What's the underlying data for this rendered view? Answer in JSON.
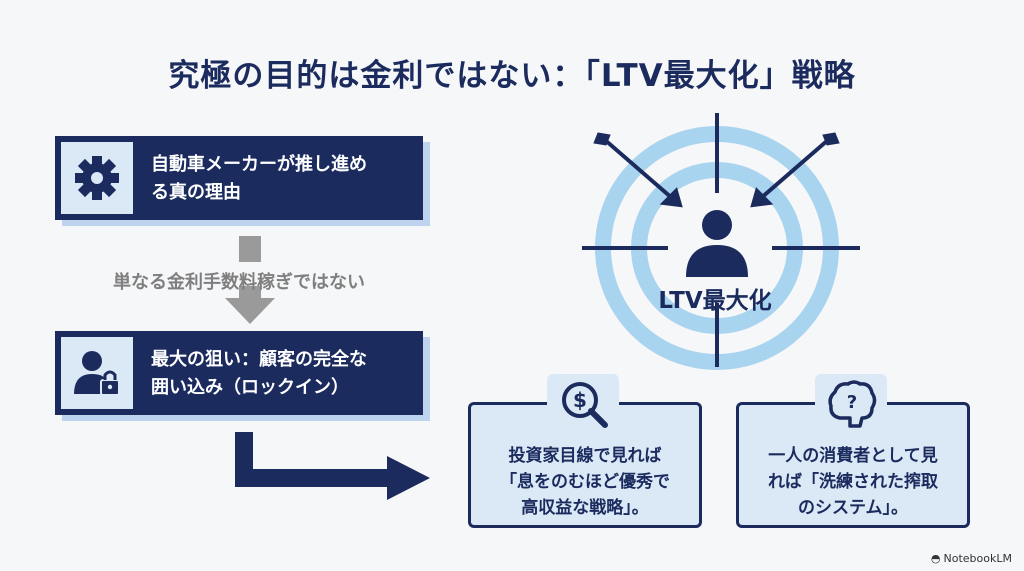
{
  "title": "究極の目的は金利ではない：「LTV最大化」戦略",
  "cards": [
    {
      "icon": "gear-icon",
      "text_line1": "自動車メーカーが推し進め",
      "text_line2": "る真の理由"
    },
    {
      "icon": "user-lock-icon",
      "text_line1": "最大の狙い：顧客の完全な",
      "text_line2": "囲い込み（ロックイン）"
    }
  ],
  "middle_text": "単なる金利手数料稼ぎではない",
  "target_label": "LTV最大化",
  "bubbles": [
    {
      "icon": "dollar-magnifier-icon",
      "line1": "投資家目線で見れば",
      "line2": "「息をのむほど優秀で",
      "line3": "高収益な戦略」。"
    },
    {
      "icon": "brain-question-icon",
      "line1": "一人の消費者として見",
      "line2": "れば「洗練された搾取",
      "line3": "のシステム」。"
    }
  ],
  "footer": "NotebookLM",
  "colors": {
    "navy": "#1b2b5e",
    "light_blue": "#dbe8f6",
    "ring_blue": "#a9d4ef",
    "gray": "#9a9a9a"
  }
}
